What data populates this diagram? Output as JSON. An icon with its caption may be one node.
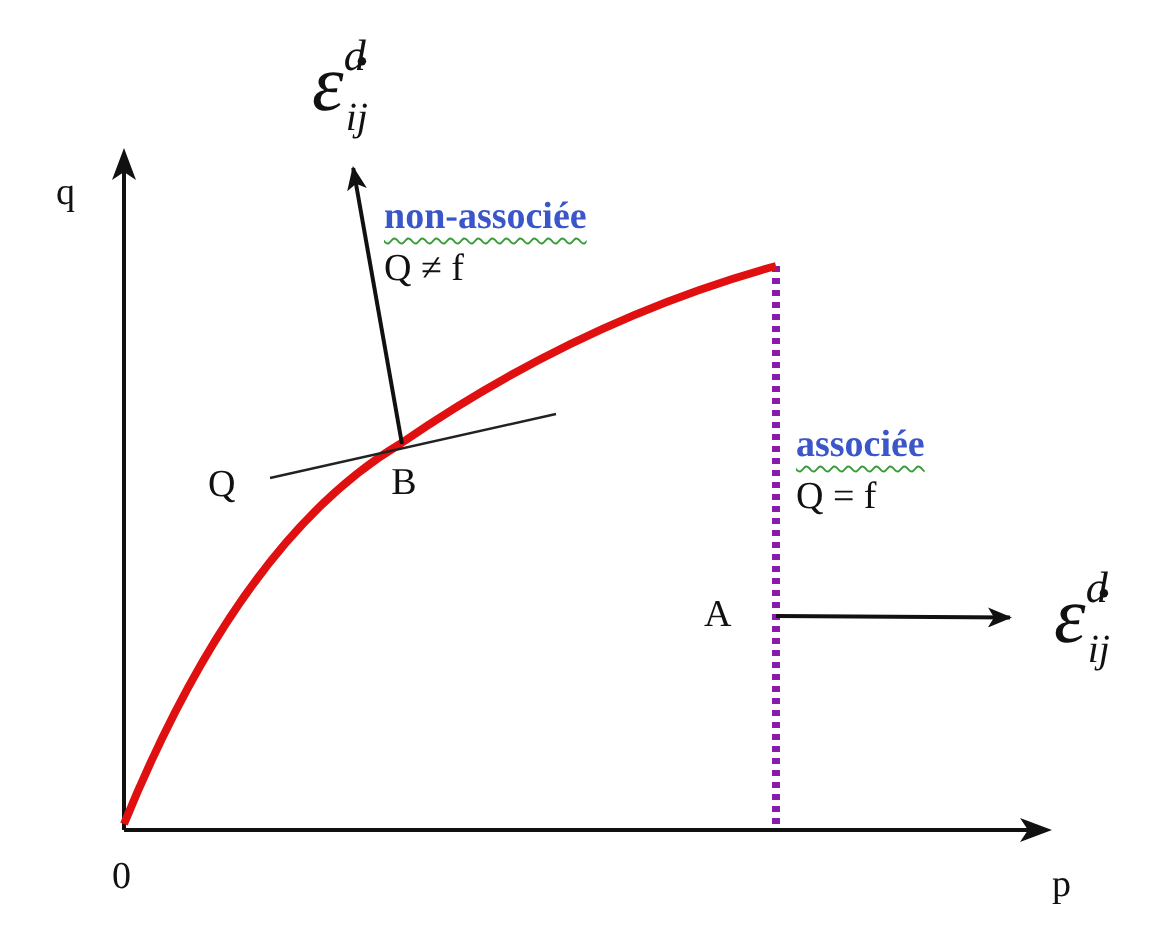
{
  "diagram": {
    "nodes": [
      {
        "text": [
          "B"
        ]
      },
      {
        "text": [
          "ε̇$^{d}$$_{ij}$"
        ]
      },
      {
        "text": [
          "A"
        ]
      },
      {
        "text": [
          "ε̇$^{d}$$_{ij}$"
        ]
      }
    ],
    "edges": [
      {
        "from": 0,
        "to": 1,
        "arrow": "to"
      },
      {
        "from": 2,
        "to": 3,
        "arrow": "to"
      }
    ],
    "labels": [
      "q",
      "p",
      "0",
      "Q",
      "non-associée",
      "Q ≠ f",
      "associée",
      "Q = f"
    ]
  }
}
